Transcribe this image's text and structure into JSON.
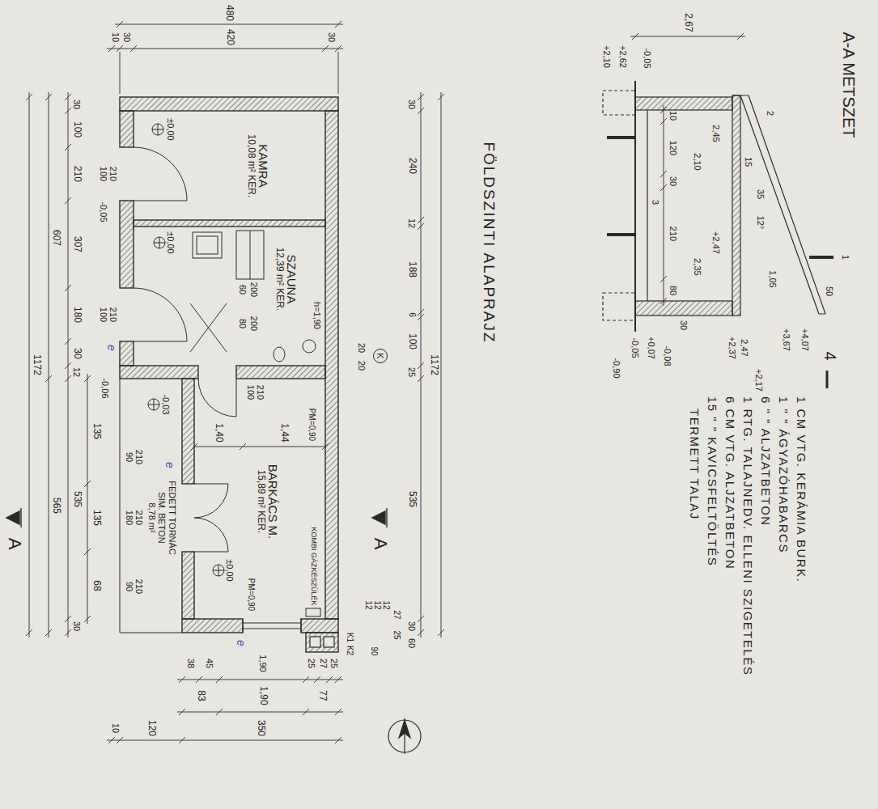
{
  "diagram": {
    "title": "FÖLDSZINTI ALAPRAJZ",
    "nodes": [
      {
        "text": [
          "KAMRA",
          "10,08 m² KER."
        ]
      },
      {
        "text": [
          "SZAUNA",
          "12,39 m² KER."
        ]
      },
      {
        "text": [
          "BARKÁCS M.",
          "15,89 m² KER."
        ]
      },
      {
        "text": [
          "FEDETT TORNÁC",
          "SIM. BETON",
          "8,78 m²"
        ]
      },
      {
        "text": [
          "K"
        ]
      }
    ],
    "labels": [
      "480",
      "10",
      "30",
      "420",
      "30",
      "1172",
      "607",
      "565",
      "30",
      "100",
      "210",
      "307",
      "180",
      "30",
      "12",
      "535",
      "30",
      "135",
      "135",
      "68",
      "100",
      "210",
      "100",
      "210",
      "90",
      "210",
      "180",
      "210",
      "90",
      "210",
      "-0,05",
      "-0,06",
      "±0,00",
      "±0,00",
      "-0,03",
      "±0,00",
      "e",
      "e",
      "e",
      "60",
      "200",
      "80",
      "200",
      "h=1,90",
      "100",
      "210",
      "1,40",
      "1,44",
      "PM=0,90",
      "PM=0,90",
      "KOMBI GÁZKÉSZÜLÉK",
      "30",
      "240",
      "12",
      "188",
      "6",
      "100",
      "25",
      "535",
      "30",
      "1172",
      "20",
      "20",
      "12",
      "12",
      "12",
      "27",
      "25",
      "90",
      "60",
      "K1",
      "K2",
      "38",
      "45",
      "1,90",
      "25",
      "27",
      "25",
      "83",
      "1,90",
      "77",
      "10",
      "120",
      "350",
      "A",
      "A",
      "A-A METSZET",
      "2,67",
      "+2,10",
      "+2,62",
      "-0,05",
      "10",
      "120",
      "30",
      "210",
      "80",
      "3",
      "2,10",
      "2,45",
      "+2,47",
      "2,35",
      "15",
      "35",
      "12°",
      "1,05",
      "2",
      "1",
      "50",
      "-0,05",
      "+0,07",
      "-0,08",
      "30",
      "-0,90",
      "+2,37",
      "2,47",
      "+2,17",
      "+3,67",
      "+4,07",
      "4",
      "1 CM VTG. KERÁMIA BURK.",
      "1 \" \" ÁGYAZÓHABARCS",
      "6 \" \" ALJZATBETON",
      "1 RTG. TALAJNEDV. ELLENI SZIGETELÉS",
      "6 CM VTG. ALJZATBETON",
      "15 \" \" KAVICSFELTÖLTÉS",
      "TERMETT TALAJ"
    ]
  }
}
